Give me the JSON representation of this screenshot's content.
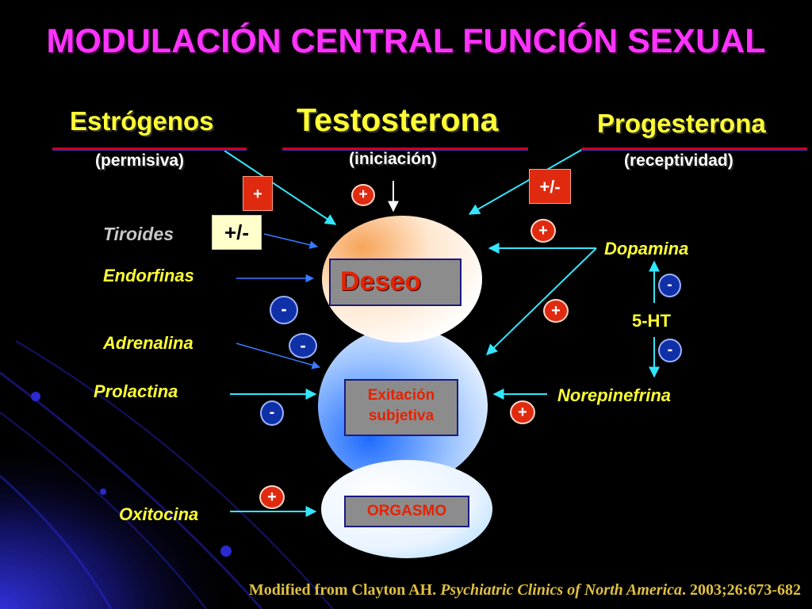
{
  "title": "MODULACIÓN CENTRAL FUNCIÓN SEXUAL",
  "hormones": {
    "estrogenos": {
      "name": "Estrógenos",
      "role": "(permisiva)",
      "effect": "+"
    },
    "testosterona": {
      "name": "Testosterona",
      "role": "(iniciación)",
      "effect": "+"
    },
    "progesterona": {
      "name": "Progesterona",
      "role": "(receptividad)",
      "effect": "+/-"
    }
  },
  "left_modulators": {
    "tiroides": {
      "label": "Tiroides",
      "effect": "+/-"
    },
    "endorfinas": {
      "label": "Endorfinas",
      "effect": "-"
    },
    "adrenalina": {
      "label": "Adrenalina",
      "effect": "-"
    },
    "prolactina": {
      "label": "Prolactina",
      "effect": "-"
    },
    "oxitocina": {
      "label": "Oxitocina",
      "effect": "+"
    }
  },
  "right_modulators": {
    "dopamina": {
      "label": "Dopamina",
      "effect_on_deseo": "+",
      "effect_on_exitacion": "+"
    },
    "serotonin": {
      "label": "5-HT",
      "effect_up": "-",
      "effect_down": "-"
    },
    "norepinefrina": {
      "label": "Norepinefrina",
      "effect": "+"
    }
  },
  "stages": {
    "deseo": "Deseo",
    "exitacion_line1": "Exitación",
    "exitacion_line2": "subjetiva",
    "orgasmo": "ORGASMO"
  },
  "colors": {
    "title": "#ff33ff",
    "hormone_text": "#ffff33",
    "arrow": "#33e6ff",
    "deseo_text": "#e62200",
    "orgasmo_text": "#e62200"
  },
  "citation": {
    "prefix": "Modified from Clayton AH. ",
    "journal": "Psychiatric Clinics of North America",
    "suffix": ". 2003;26:673-682"
  }
}
